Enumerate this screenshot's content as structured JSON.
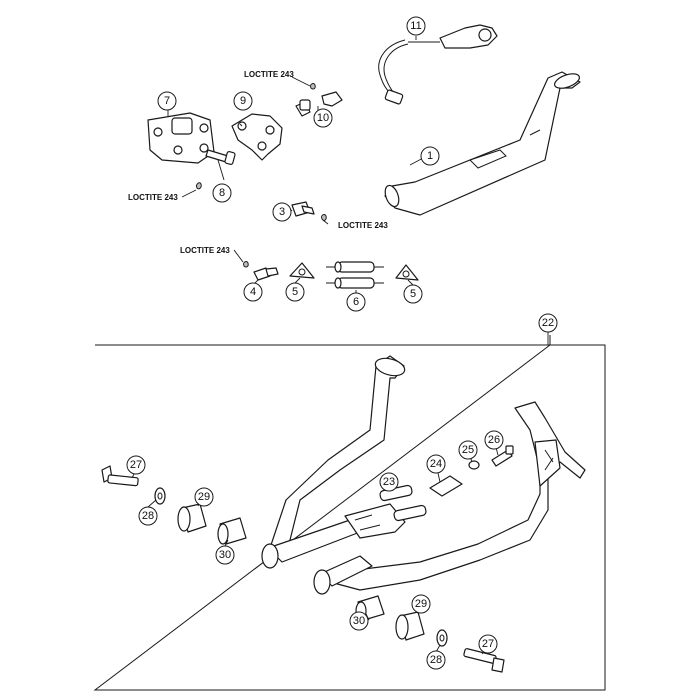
{
  "callouts": {
    "c1": "1",
    "c3": "3",
    "c4": "4",
    "c5a": "5",
    "c5b": "5",
    "c6": "6",
    "c7": "7",
    "c8": "8",
    "c9": "9",
    "c10": "10",
    "c11": "11",
    "c22": "22",
    "c23": "23",
    "c24": "24",
    "c25": "25",
    "c26": "26",
    "c27a": "27",
    "c27b": "27",
    "c28a": "28",
    "c28b": "28",
    "c29a": "29",
    "c29b": "29",
    "c30a": "30",
    "c30b": "30"
  },
  "loctite": {
    "l1": "LOCTITE 243",
    "l2": "LOCTITE 243",
    "l3": "LOCTITE 243",
    "l4": "LOCTITE 243"
  },
  "colors": {
    "line": "#1a1a1a",
    "shade": "#bdbdbd",
    "background": "#ffffff"
  }
}
